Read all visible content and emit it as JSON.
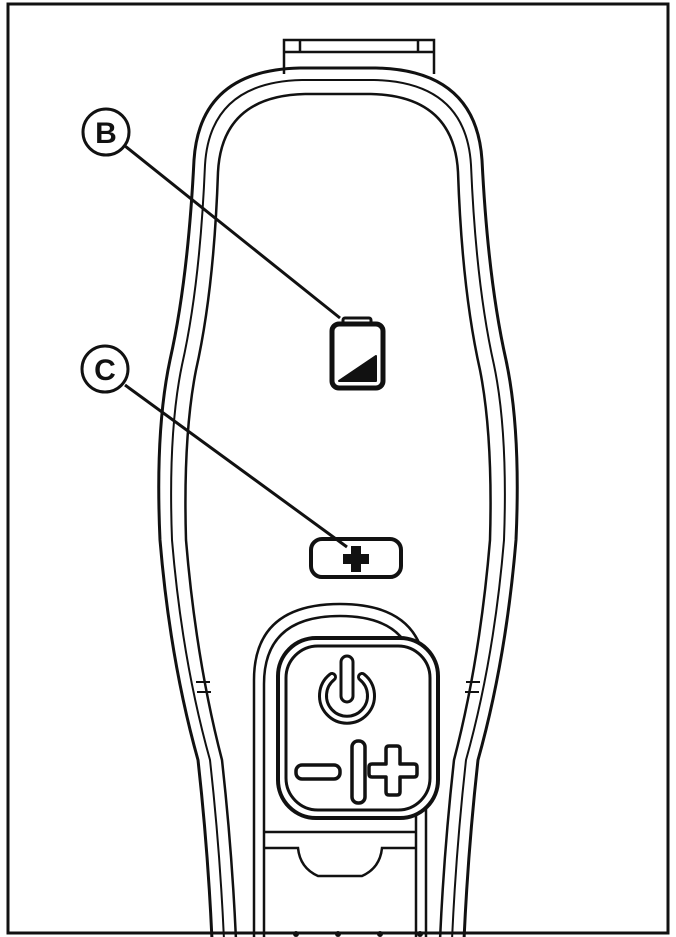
{
  "diagram": {
    "callouts": [
      {
        "id": "B",
        "label": "B",
        "target": "battery-indicator-icon"
      },
      {
        "id": "C",
        "label": "C",
        "target": "plus-indicator-icon"
      }
    ],
    "icons": {
      "battery": "battery-indicator-icon",
      "plus_indicator": "plus-indicator-icon",
      "power": "power-icon",
      "minus": "minus-icon",
      "plus": "plus-icon"
    },
    "colors": {
      "stroke": "#111111",
      "fill": "#ffffff"
    }
  }
}
